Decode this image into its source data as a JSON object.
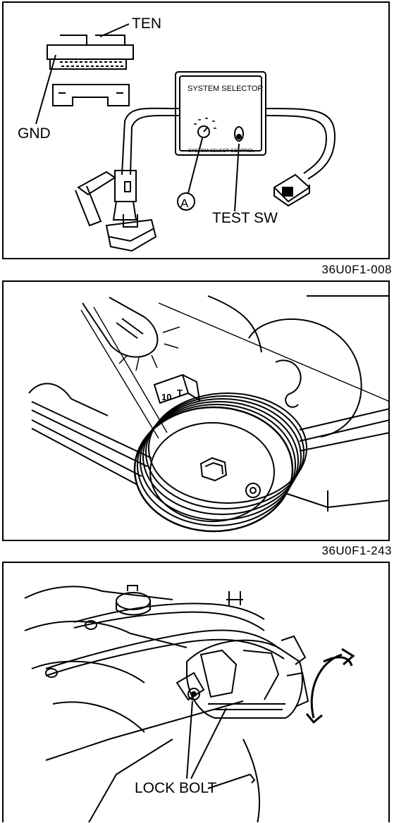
{
  "figures": [
    {
      "code": "36U0F1-008",
      "labels": {
        "ten": "TEN",
        "gnd": "GND",
        "selector_title": "SYSTEM SELECTOR",
        "selector_caption": "SYSTEM SELECT CONTROL",
        "callout_a": "A",
        "test_sw": "TEST SW"
      }
    },
    {
      "code": "36U0F1-243",
      "labels": {
        "timing_mark_left": "10",
        "timing_mark_right": "T"
      }
    },
    {
      "code": "",
      "labels": {
        "lock_bolt": "LOCK BOLT"
      }
    }
  ]
}
